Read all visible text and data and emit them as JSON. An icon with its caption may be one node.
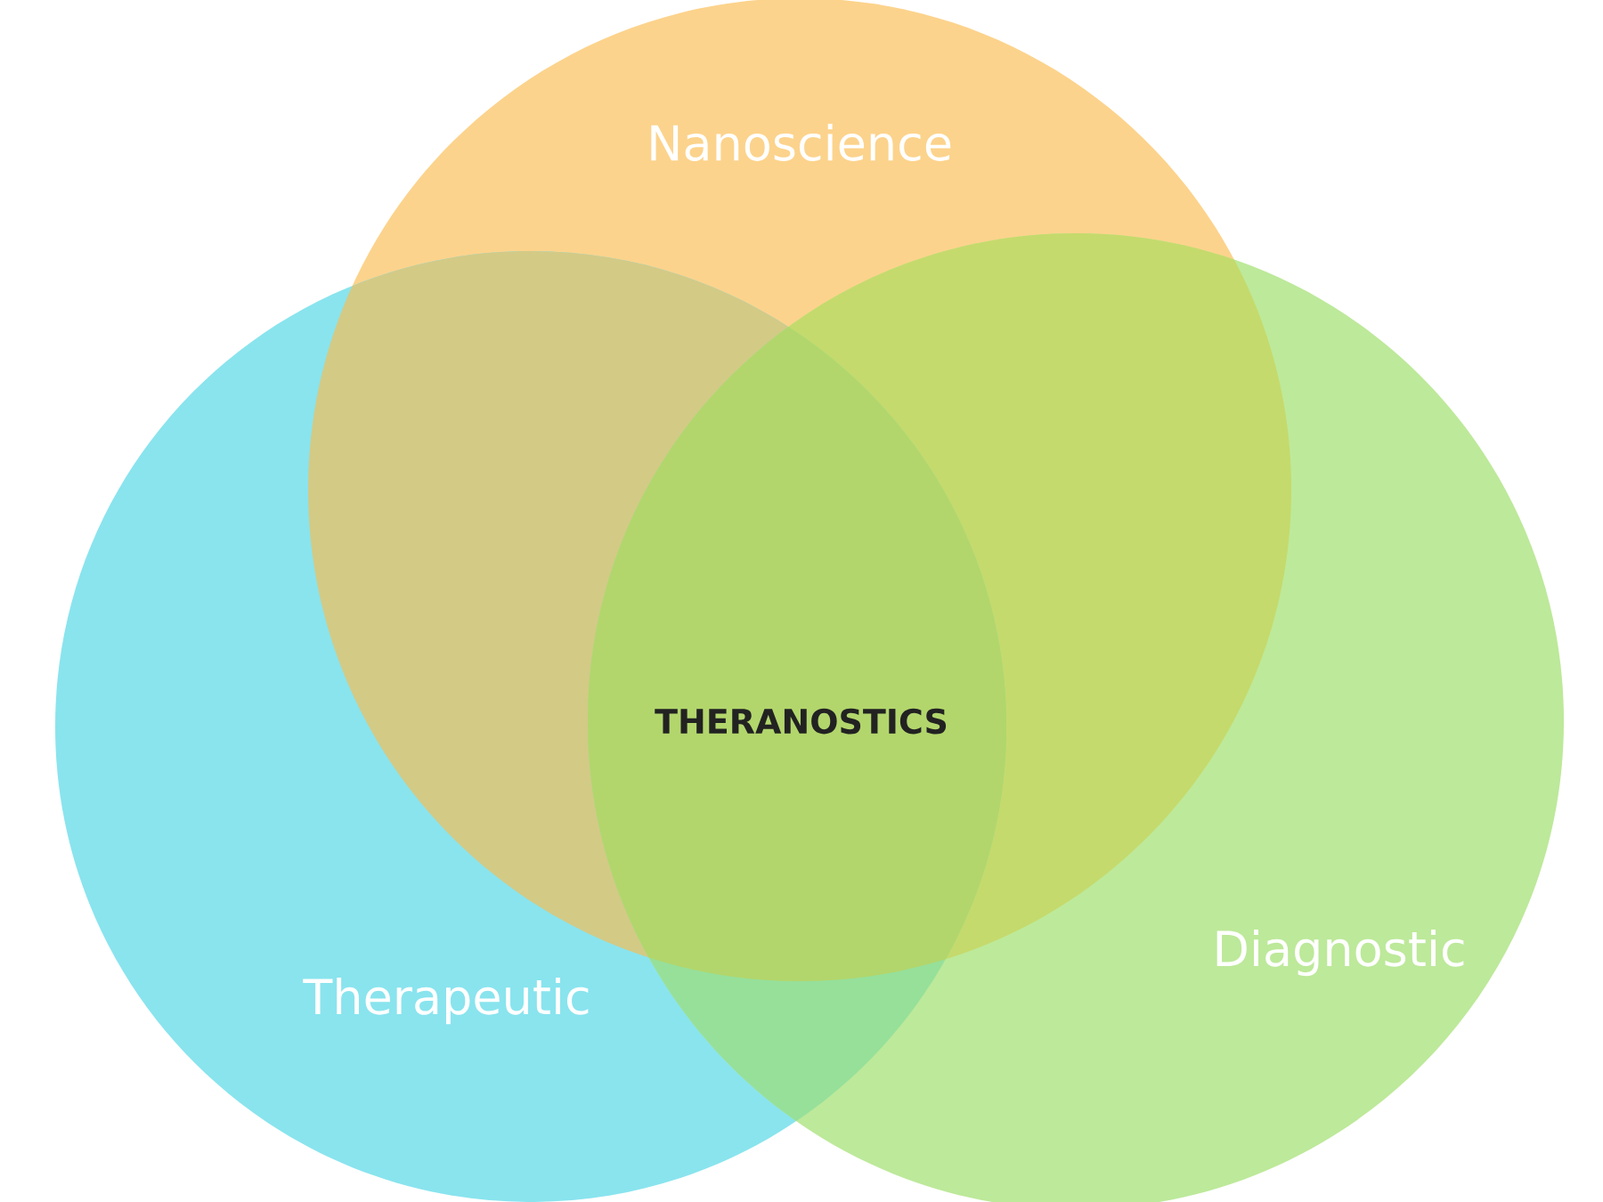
{
  "diagram": {
    "nodes": [
      {
        "text": [
          "Nanoscience"
        ]
      },
      {
        "text": [
          "Therapeutic"
        ]
      },
      {
        "text": [
          "Diagnostic"
        ]
      }
    ],
    "labels": [
      "THERANOSTICS"
    ]
  }
}
